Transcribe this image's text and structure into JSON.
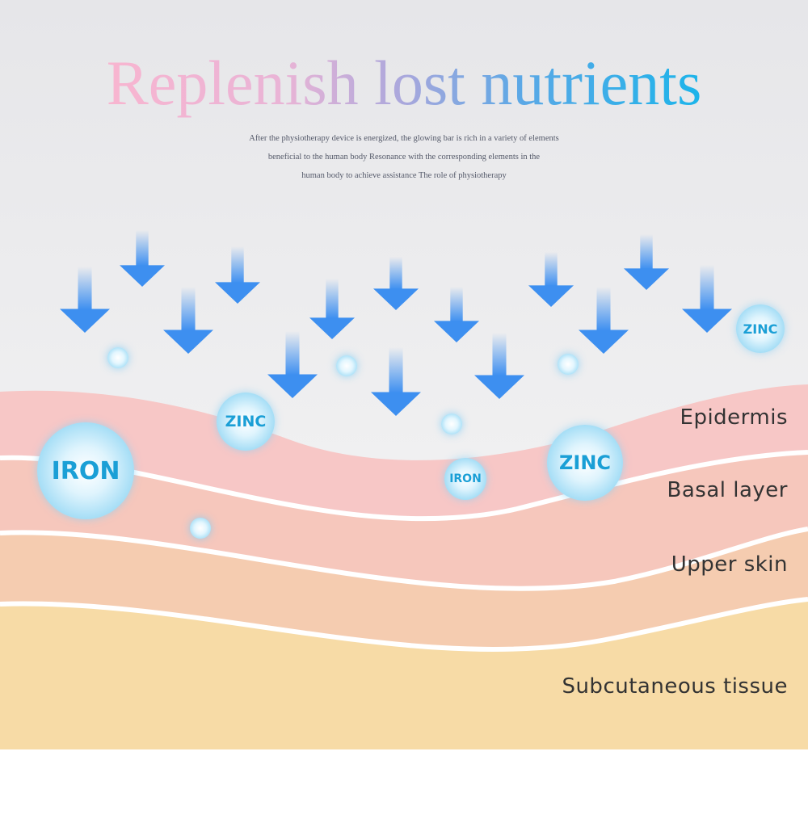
{
  "header": {
    "title": "Replenish lost nutrients",
    "description_lines": [
      "After the physiotherapy device is energized, the glowing bar is rich in a variety of elements",
      "beneficial to the human body Resonance with the corresponding elements in the",
      "human body to achieve assistance The role of physiotherapy"
    ]
  },
  "layers": [
    {
      "label": "Epidermis",
      "color": "#f7c7c6"
    },
    {
      "label": "Basal layer",
      "color": "#f6c7bc"
    },
    {
      "label": "Upper skin",
      "color": "#f5ccb0"
    },
    {
      "label": "Subcutaneous tissue",
      "color": "#f7dba6"
    }
  ],
  "nutrients": [
    {
      "label": "ZINC"
    },
    {
      "label": "ZINC"
    },
    {
      "label": "IRON"
    },
    {
      "label": "IRON"
    },
    {
      "label": "ZINC"
    }
  ],
  "colors": {
    "arrow": "#3d8ff0",
    "bubble_text": "#1a9fd6",
    "background_top": "#e6e6e9",
    "background_bottom": "#f6f6f6"
  },
  "icons": {
    "arrow": "down-arrow-icon",
    "particle": "glow-particle-icon"
  }
}
